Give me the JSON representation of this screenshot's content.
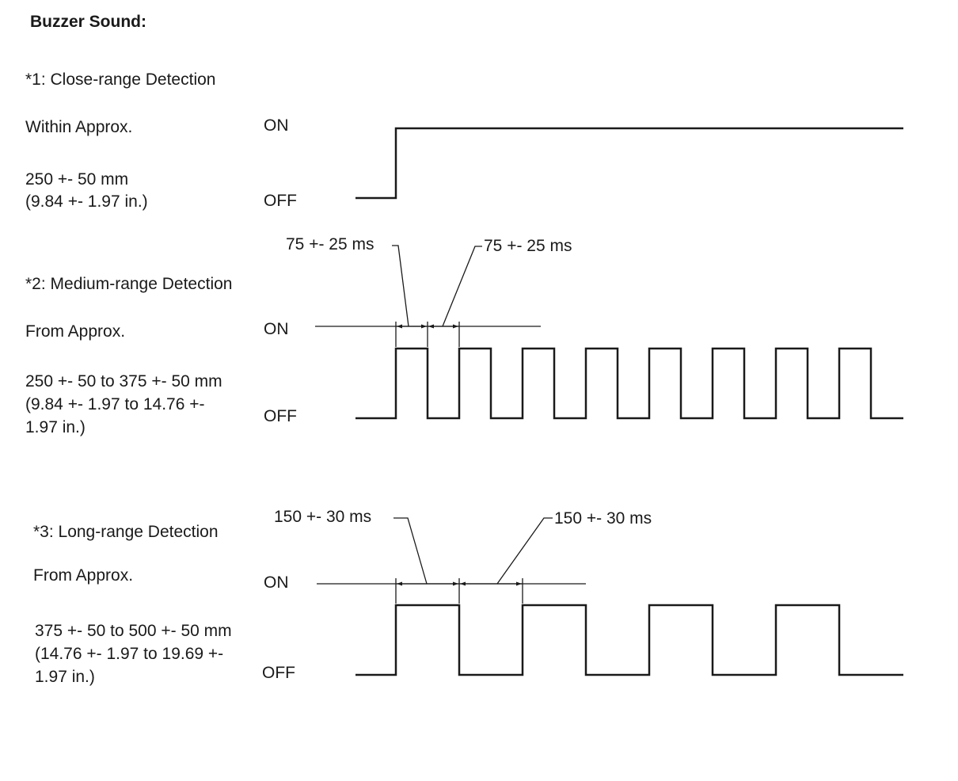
{
  "title": "Buzzer Sound:",
  "state_labels": {
    "on": "ON",
    "off": "OFF"
  },
  "sections": [
    {
      "heading": "*1: Close-range Detection",
      "range_prefix": "Within Approx.",
      "range_lines": [
        "250 +- 50 mm",
        "(9.84 +- 1.97 in.)"
      ],
      "signal": "continuous-on"
    },
    {
      "heading": "*2: Medium-range Detection",
      "range_prefix": "From Approx.",
      "range_lines": [
        "250 +- 50 to 375 +- 50 mm",
        "(9.84 +- 1.97 to 14.76 +-",
        "1.97 in.)"
      ],
      "signal": "pulse",
      "pulse_count": 8,
      "on_time_label": "75 +- 25 ms",
      "off_time_label": "75 +- 25 ms"
    },
    {
      "heading": "*3: Long-range Detection",
      "range_prefix": "From Approx.",
      "range_lines": [
        "375 +- 50 to 500 +- 50 mm",
        "(14.76 +- 1.97 to 19.69 +-",
        "1.97 in.)"
      ],
      "signal": "pulse",
      "pulse_count": 4,
      "on_time_label": "150 +- 30 ms",
      "off_time_label": "150 +- 30 ms"
    }
  ]
}
